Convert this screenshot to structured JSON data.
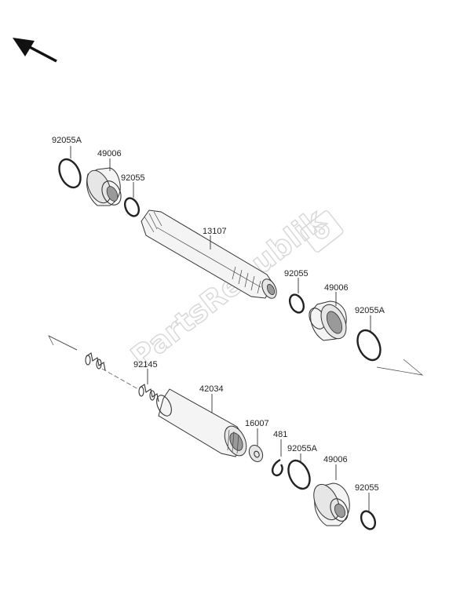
{
  "watermark": {
    "text": "PartsRepublik"
  },
  "labels": {
    "l_92055A_top": "92055A",
    "l_49006_top": "49006",
    "l_92055_top": "92055",
    "l_13107": "13107",
    "l_92055_mid": "92055",
    "l_49006_mid": "49006",
    "l_92055A_mid": "92055A",
    "l_92145": "92145",
    "l_42034": "42034",
    "l_16007": "16007",
    "l_481": "481",
    "l_92055A_low": "92055A",
    "l_49006_low": "49006",
    "l_92055_low": "92055"
  }
}
